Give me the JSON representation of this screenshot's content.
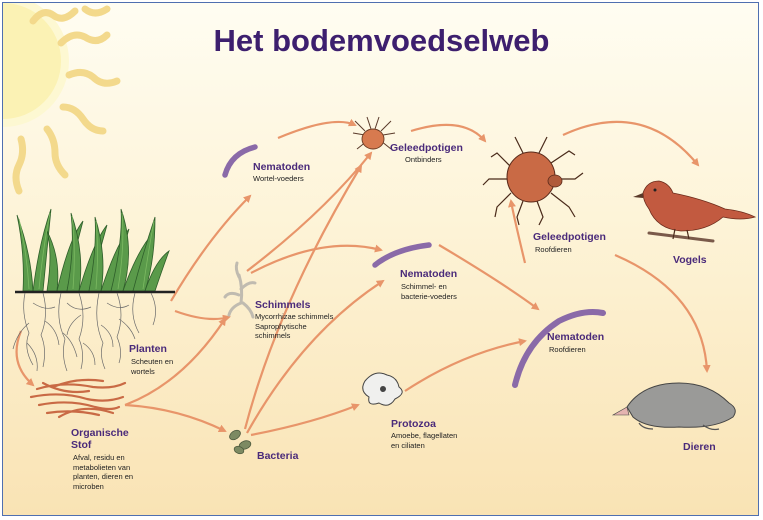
{
  "title": "Het bodemvoedselweb",
  "nodes": {
    "planten": {
      "label": "Planten",
      "sub": [
        "Scheuten en",
        "wortels"
      ]
    },
    "organische_stof": {
      "label": [
        "Organische",
        "Stof"
      ],
      "sub": [
        "Afval, residu en",
        "metabolieten van",
        "planten, dieren en",
        "microben"
      ]
    },
    "nematoden_wortel": {
      "label": "Nematoden",
      "sub": [
        "Wortel-voeders"
      ]
    },
    "schimmels": {
      "label": "Schimmels",
      "sub": [
        "Mycorrhizae schimmels",
        "Saprophytische",
        "schimmels"
      ]
    },
    "bacteria": {
      "label": "Bacteria"
    },
    "geleedpotigen_ontbinders": {
      "label": "Geleedpotigen",
      "sub": [
        "Ontbinders"
      ]
    },
    "nematoden_schimmel": {
      "label": "Nematoden",
      "sub": [
        "Schimmel- en",
        "bacterie-voeders"
      ]
    },
    "protozoa": {
      "label": "Protozoa",
      "sub": [
        "Amoebe, flagellaten",
        "en ciliaten"
      ]
    },
    "geleedpotigen_roofdieren": {
      "label": "Geleedpotigen",
      "sub": [
        "Roofdieren"
      ]
    },
    "nematoden_roofdieren": {
      "label": "Nematoden",
      "sub": [
        "Roofdieren"
      ]
    },
    "vogels": {
      "label": "Vogels"
    },
    "dieren": {
      "label": "Dieren"
    }
  }
}
